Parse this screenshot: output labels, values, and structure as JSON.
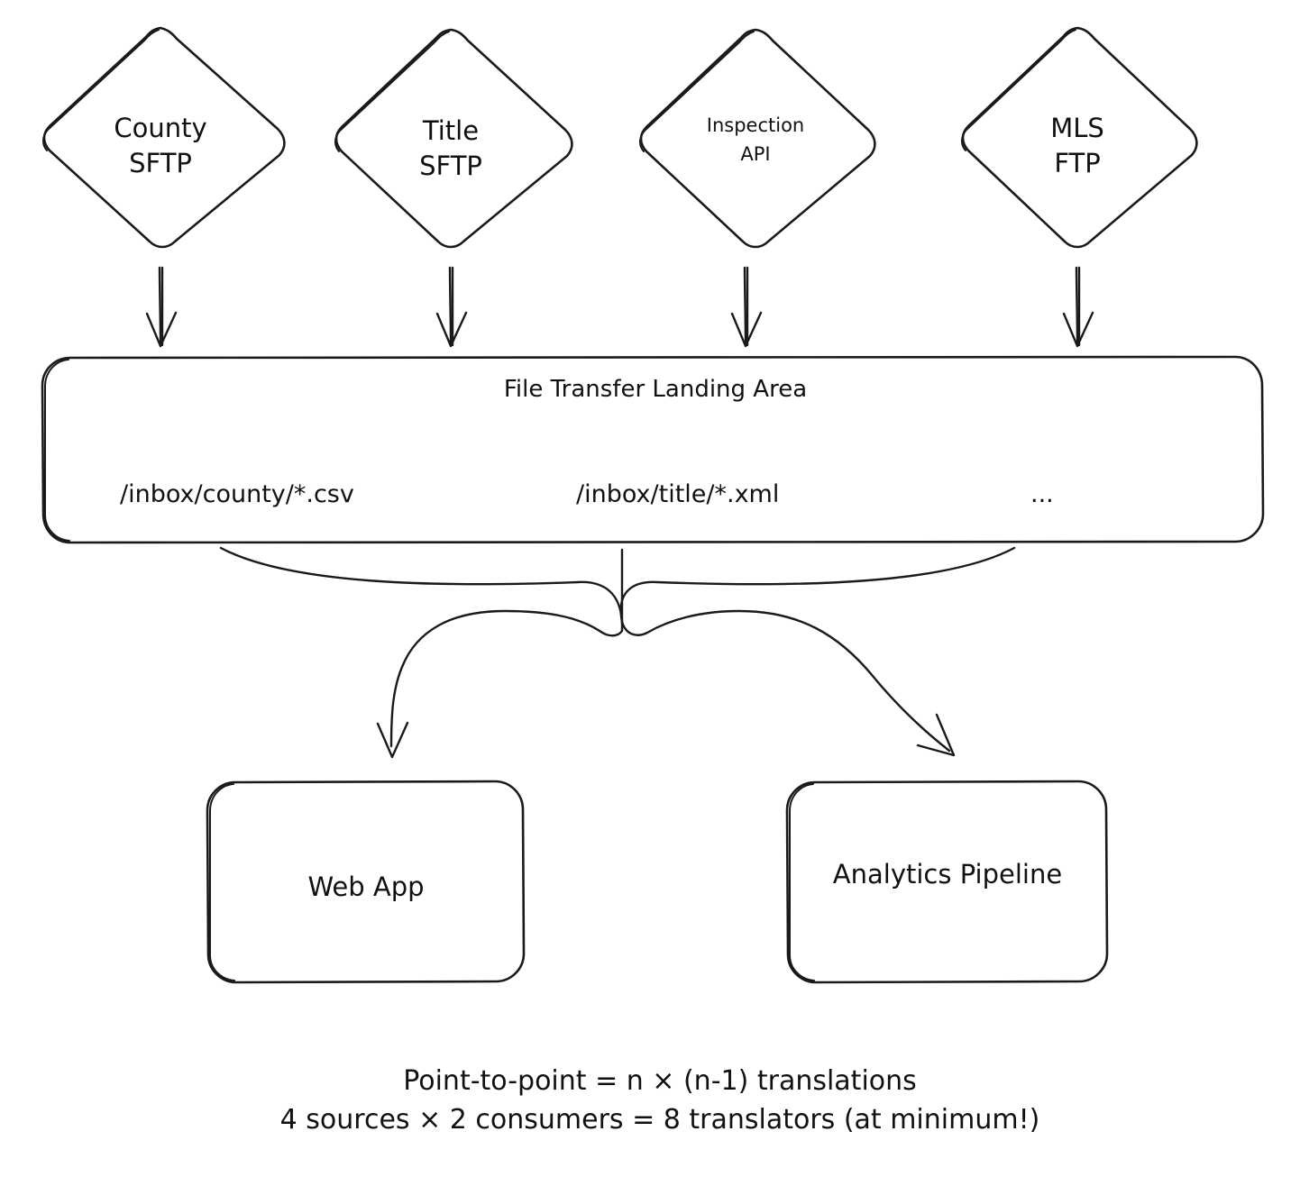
{
  "diagram": {
    "title": "File Transfer Landing Area",
    "sources": [
      {
        "id": "county-sftp",
        "line1": "County",
        "line2": "SFTP",
        "shape": "diamond",
        "fill": "#ddebfb",
        "hatch": "#a8cdf0"
      },
      {
        "id": "title-sftp",
        "line1": "Title",
        "line2": "SFTP",
        "shape": "diamond",
        "fill": "#ddebfb",
        "hatch": "#a8cdf0"
      },
      {
        "id": "inspection-api",
        "line1": "Inspection",
        "line2": "API",
        "shape": "diamond",
        "fill": "#ddebfb",
        "hatch": "#a8cdf0"
      },
      {
        "id": "mls-ftp",
        "line1": "MLS",
        "line2": "FTP",
        "shape": "diamond",
        "fill": "#ddebfb",
        "hatch": "#a8cdf0"
      }
    ],
    "landing_area": {
      "title": "File Transfer Landing Area",
      "fill": "#ddf5ec",
      "hatch": "#7fd9bd",
      "paths": [
        "/inbox/county/*.csv",
        "/inbox/title/*.xml",
        "..."
      ]
    },
    "consumers": [
      {
        "id": "web-app",
        "label": "Web App",
        "fill": "#e7e4f8",
        "hatch": "#b3aee4"
      },
      {
        "id": "analytics-pipeline",
        "label": "Analytics Pipeline",
        "fill": "#e7e4f8",
        "hatch": "#b3aee4"
      }
    ],
    "caption": {
      "line1": "Point-to-point = n × (n-1) translations",
      "line2": "4 sources × 2 consumers = 8 translators (at minimum!)"
    },
    "colors": {
      "stroke": "#1a1a1a",
      "source_fill": "#ddebfb",
      "source_hatch": "#a8cdf0",
      "landing_fill": "#ddf5ec",
      "landing_hatch": "#7fd9bd",
      "consumer_fill": "#e7e4f8",
      "consumer_hatch": "#b3aee4",
      "background": "#ffffff"
    }
  }
}
